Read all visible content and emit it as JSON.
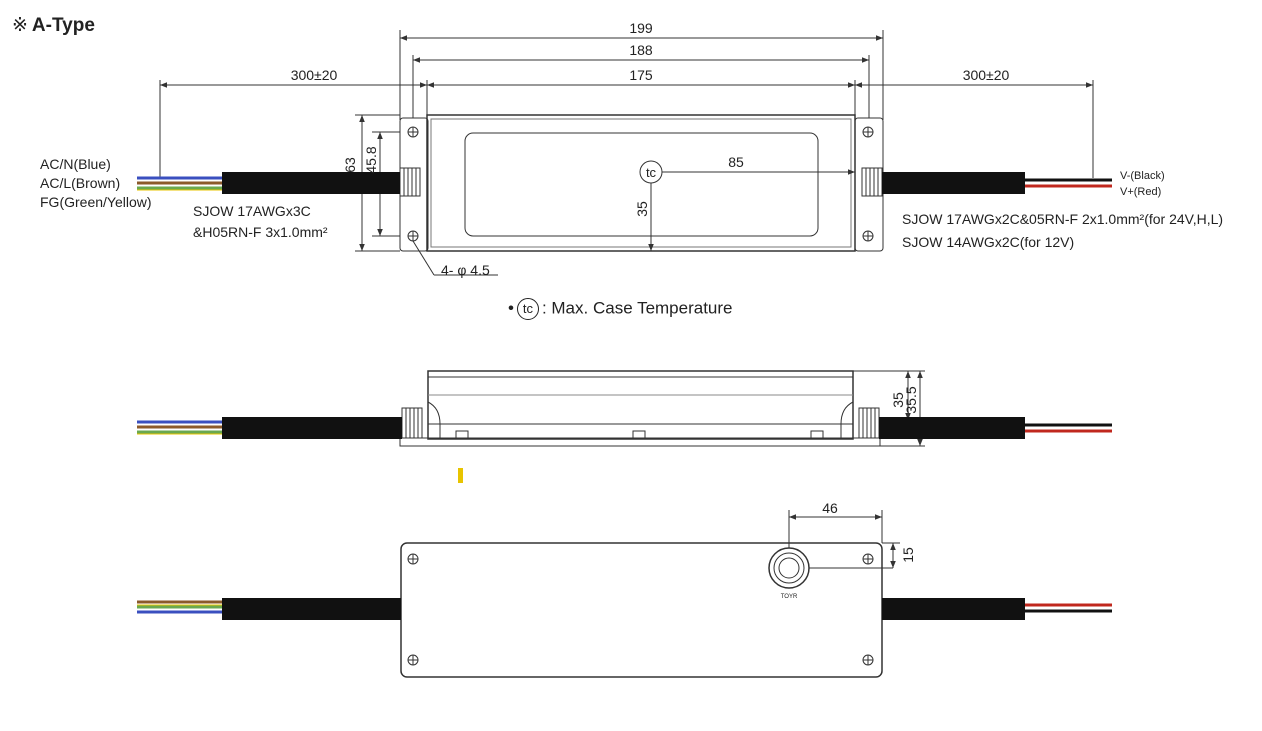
{
  "title": {
    "symbol": "※",
    "text": "A-Type"
  },
  "dimensions": {
    "d199": "199",
    "d188": "188",
    "d175": "175",
    "lead_left": "300±20",
    "lead_right": "300±20",
    "d63": "63",
    "d45_8": "45.8",
    "d85": "85",
    "d35_top": "35",
    "d35_side": "35",
    "d35_5": "35.5",
    "d46": "46",
    "d15": "15",
    "hole": "4- φ 4.5"
  },
  "wires_left": {
    "ac_n": "AC/N(Blue)",
    "ac_l": "AC/L(Brown)",
    "fg": "FG(Green/Yellow)",
    "cable_line1": "SJOW 17AWGx3C",
    "cable_line2": "&H05RN-F 3x1.0mm²"
  },
  "wires_right": {
    "v_minus": "V-(Black)",
    "v_plus": "V+(Red)",
    "cable_line1": "SJOW 17AWGx2C&05RN-F 2x1.0mm²(for 24V,H,L)",
    "cable_line2": "SJOW 14AWGx2C(for 12V)"
  },
  "tc_symbol": "tc",
  "legend": {
    "bullet": "•",
    "symbol": "tc",
    "text": ": Max. Case Temperature"
  },
  "vent_label": "TOYR",
  "colors": {
    "blue": "#3a4fbf",
    "brown": "#8b5a2b",
    "green_yellow": "#6aa84f",
    "yellow": "#e8c400",
    "red": "#c0281e",
    "black": "#111111"
  }
}
